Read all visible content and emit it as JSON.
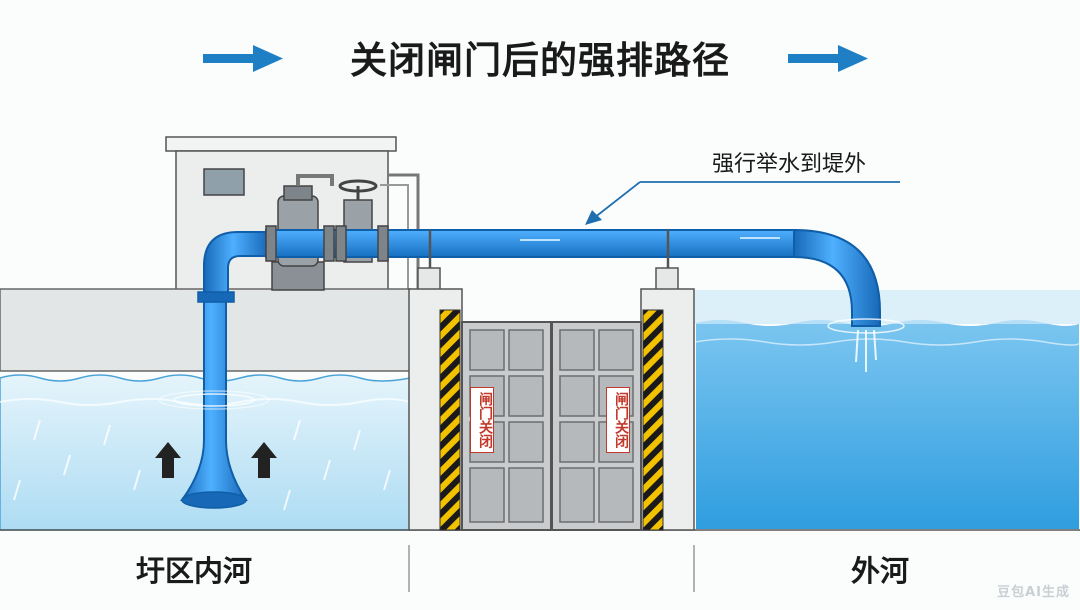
{
  "title": "关闭闸门后的强排路径",
  "callout": "强行举水到堤外",
  "labels": {
    "inner_river": "圩区内河",
    "outer_river": "外河"
  },
  "gate_signs": [
    "闸门关闭",
    "闸门关闭"
  ],
  "watermark": "豆包AI生成",
  "colors": {
    "arrow_blue": "#1f7fc4",
    "pipe_blue": "#2a8ee0",
    "water_inner": "#cde9f7",
    "water_outer": "#4fb0e8",
    "gate_grey": "#c7c9cb",
    "hazard_yellow": "#f2c200"
  }
}
